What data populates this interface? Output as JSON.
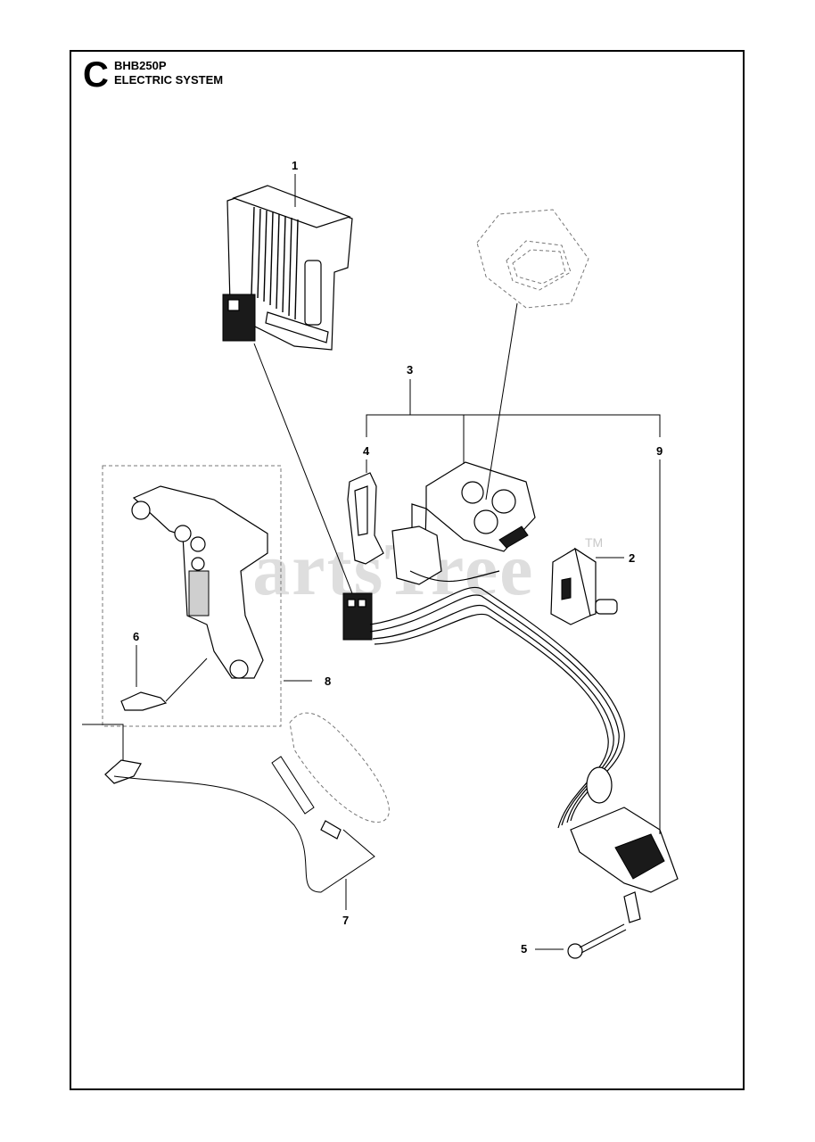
{
  "header": {
    "section_letter": "C",
    "model": "BHB250P",
    "title": "ELECTRIC SYSTEM"
  },
  "watermark": {
    "text": "PartsTree",
    "trademark": "TM"
  },
  "callouts": [
    {
      "id": "1",
      "label": "1"
    },
    {
      "id": "2",
      "label": "2"
    },
    {
      "id": "3",
      "label": "3"
    },
    {
      "id": "4",
      "label": "4"
    },
    {
      "id": "5",
      "label": "5"
    },
    {
      "id": "6",
      "label": "6"
    },
    {
      "id": "7",
      "label": "7"
    },
    {
      "id": "8",
      "label": "8"
    },
    {
      "id": "9",
      "label": "9"
    }
  ]
}
